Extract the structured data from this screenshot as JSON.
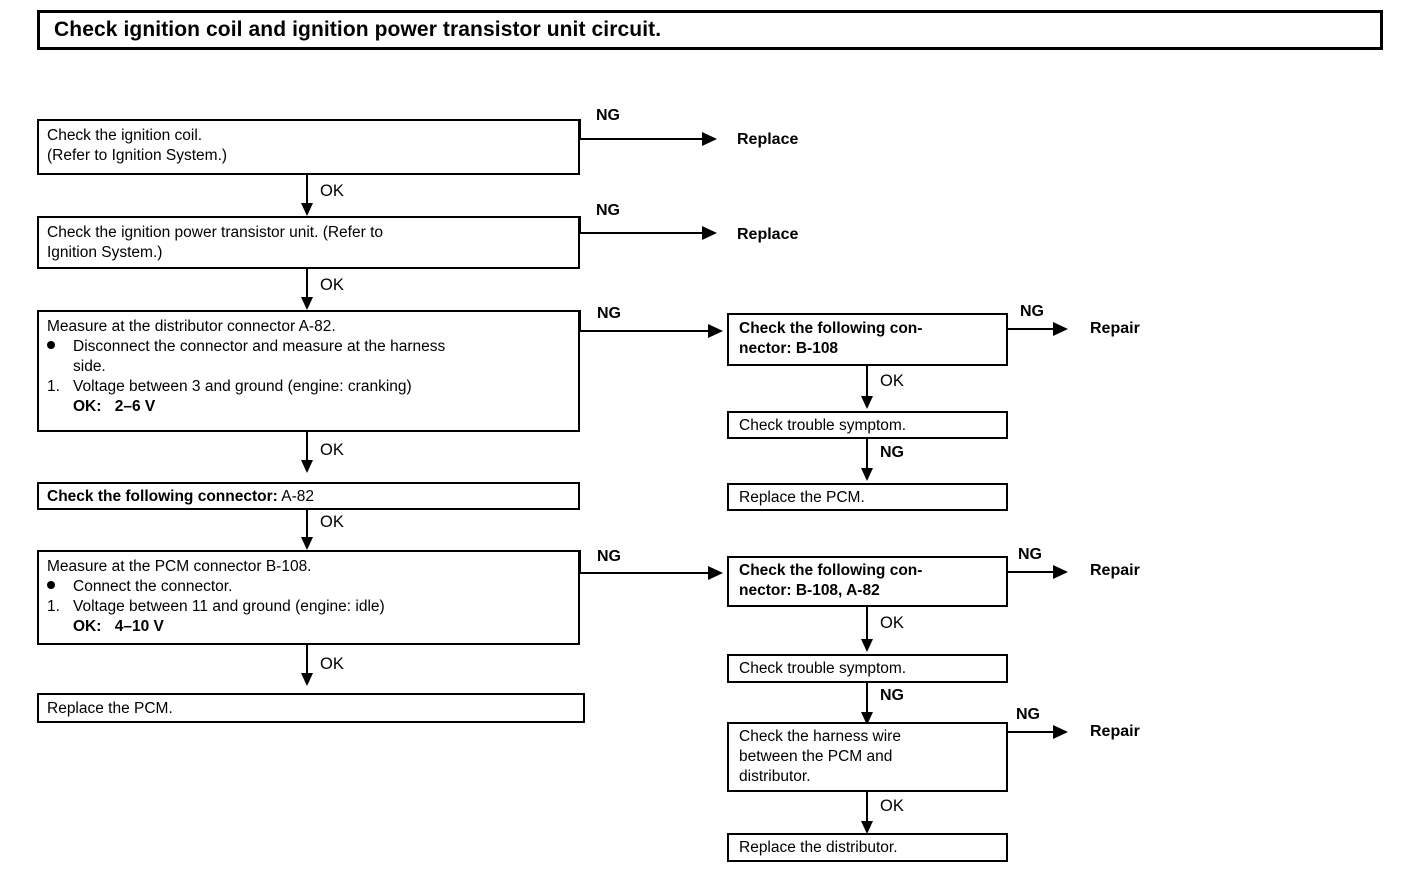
{
  "header": {
    "title": "Check ignition coil and ignition power transistor unit circuit."
  },
  "labels": {
    "ok": "OK",
    "ng": "NG",
    "replace": "Replace",
    "repair": "Repair"
  },
  "left_column": {
    "box1": {
      "line1": "Check the ignition coil.",
      "line2": "(Refer to Ignition System.)"
    },
    "box2": {
      "line1": "Check the ignition power transistor unit. (Refer to",
      "line2": "Ignition System.)"
    },
    "box3": {
      "title": "Measure at the distributor connector A-82.",
      "bullet_marker": "●",
      "bullet_line1": "Disconnect the connector and measure at the harness",
      "bullet_line2": "side.",
      "step_marker": "1.",
      "step_text": "Voltage between 3 and ground (engine: cranking)",
      "ok_label": "OK:",
      "ok_value": "2–6 V"
    },
    "box4": {
      "bold": "Check the following connector:",
      "normal": "A-82"
    },
    "box5": {
      "title": "Measure at the PCM connector B-108.",
      "bullet_marker": "●",
      "bullet_line1": "Connect the connector.",
      "step_marker": "1.",
      "step_text": "Voltage between 11 and ground (engine: idle)",
      "ok_label": "OK:",
      "ok_value": "4–10 V"
    },
    "box6": {
      "text": "Replace the PCM."
    }
  },
  "right_column_upper": {
    "box1": {
      "line1": "Check the following con-",
      "line2": "nector: B-108"
    },
    "box2": {
      "text": "Check trouble symptom."
    },
    "box3": {
      "text": "Replace the PCM."
    }
  },
  "right_column_lower": {
    "box1": {
      "line1": "Check the following con-",
      "line2": "nector: B-108, A-82"
    },
    "box2": {
      "text": "Check trouble symptom."
    },
    "box3": {
      "line1": "Check the harness wire",
      "line2": "between    the    PCM    and",
      "line3": "distributor."
    },
    "box4": {
      "text": "Replace the distributor."
    }
  },
  "colors": {
    "ink": "#000000",
    "paper": "#ffffff"
  }
}
